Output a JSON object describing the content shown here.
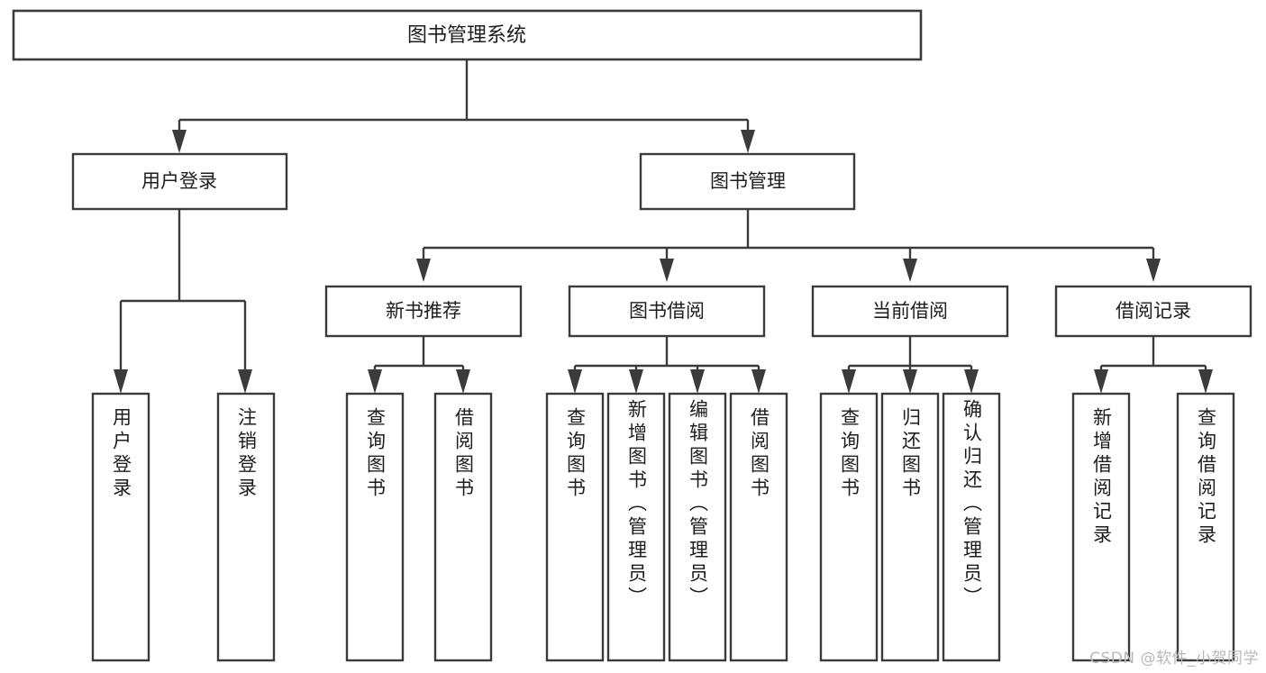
{
  "diagram": {
    "type": "tree",
    "title": "图书管理系统",
    "watermark": "CSDN @软件_小贺同学",
    "colors": {
      "stroke": "#3b3b3b",
      "fill": "#ffffff",
      "text": "#1d1d1d",
      "watermark": "#b9b9b9",
      "background": "#ffffff"
    },
    "root": {
      "label": "图书管理系统"
    },
    "level2": [
      {
        "label": "用户登录"
      },
      {
        "label": "图书管理"
      }
    ],
    "level3": [
      {
        "label": "新书推荐"
      },
      {
        "label": "图书借阅"
      },
      {
        "label": "当前借阅"
      },
      {
        "label": "借阅记录"
      }
    ],
    "leaves": {
      "user_login": [
        {
          "label": "用户登录"
        },
        {
          "label": "注销登录"
        }
      ],
      "new_book_recommend": [
        {
          "label": "查询图书"
        },
        {
          "label": "借阅图书"
        }
      ],
      "book_borrow": [
        {
          "label": "查询图书"
        },
        {
          "label": "新增图书（管理员）"
        },
        {
          "label": "编辑图书（管理员）"
        },
        {
          "label": "借阅图书"
        }
      ],
      "current_borrow": [
        {
          "label": "查询图书"
        },
        {
          "label": "归还图书"
        },
        {
          "label": "确认归还（管理员）"
        }
      ],
      "borrow_record": [
        {
          "label": "新增借阅记录"
        },
        {
          "label": "查询借阅记录"
        }
      ]
    }
  }
}
